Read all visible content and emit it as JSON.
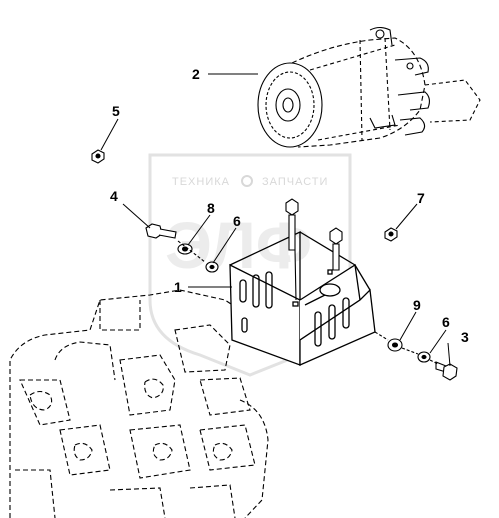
{
  "watermark": {
    "left_text": "ТЕХНИКА",
    "right_text": "ЗАПЧАСТИ",
    "big_text": "ЭЛФ"
  },
  "callouts": [
    {
      "id": "c1",
      "label": "1"
    },
    {
      "id": "c2",
      "label": "2"
    },
    {
      "id": "c3",
      "label": "3"
    },
    {
      "id": "c4",
      "label": "4"
    },
    {
      "id": "c5",
      "label": "5"
    },
    {
      "id": "c6a",
      "label": "6"
    },
    {
      "id": "c6b",
      "label": "6"
    },
    {
      "id": "c7",
      "label": "7"
    },
    {
      "id": "c8",
      "label": "8"
    },
    {
      "id": "c9",
      "label": "9"
    }
  ]
}
